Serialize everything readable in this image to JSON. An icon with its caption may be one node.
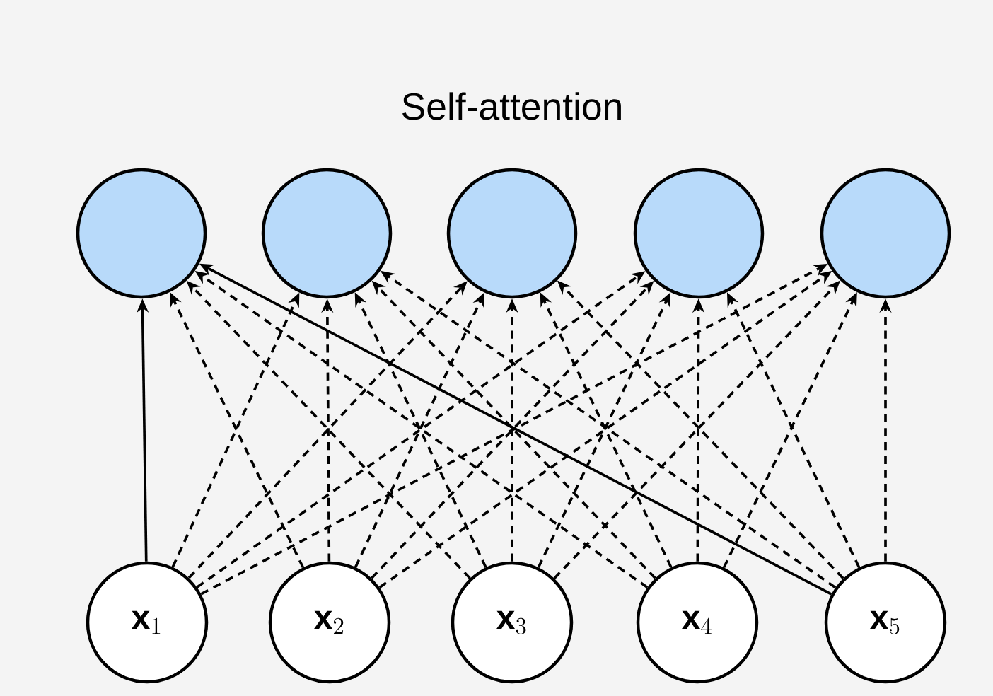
{
  "diagram": {
    "title": "Self-attention",
    "nodes": [
      {
        "text": [],
        "shape": "circle"
      },
      {
        "text": [],
        "shape": "circle"
      },
      {
        "text": [],
        "shape": "circle"
      },
      {
        "text": [],
        "shape": "circle"
      },
      {
        "text": [],
        "shape": "circle"
      },
      {
        "text": [
          "\\mathbf{x}_1"
        ]
      },
      {
        "text": [
          "\\mathbf{x}_2"
        ]
      },
      {
        "text": [
          "\\mathbf{x}_3"
        ]
      },
      {
        "text": [
          "\\mathbf{x}_4"
        ]
      },
      {
        "text": [
          "\\mathbf{x}_5"
        ]
      }
    ],
    "edges": [
      {
        "from": 5,
        "to": 0,
        "arrow": "to"
      },
      {
        "from": 5,
        "to": 1,
        "arrow": "to",
        "style": "dashed"
      },
      {
        "from": 5,
        "to": 2,
        "arrow": "to",
        "style": "dashed"
      },
      {
        "from": 5,
        "to": 3,
        "arrow": "to",
        "style": "dashed"
      },
      {
        "from": 5,
        "to": 4,
        "arrow": "to",
        "style": "dashed"
      },
      {
        "from": 6,
        "to": 0,
        "arrow": "to",
        "style": "dashed"
      },
      {
        "from": 6,
        "to": 1,
        "arrow": "to",
        "style": "dashed"
      },
      {
        "from": 6,
        "to": 2,
        "arrow": "to",
        "style": "dashed"
      },
      {
        "from": 6,
        "to": 3,
        "arrow": "to",
        "style": "dashed"
      },
      {
        "from": 6,
        "to": 4,
        "arrow": "to",
        "style": "dashed"
      },
      {
        "from": 7,
        "to": 0,
        "arrow": "to",
        "style": "dashed"
      },
      {
        "from": 7,
        "to": 1,
        "arrow": "to",
        "style": "dashed"
      },
      {
        "from": 7,
        "to": 2,
        "arrow": "to",
        "style": "dashed"
      },
      {
        "from": 7,
        "to": 3,
        "arrow": "to",
        "style": "dashed"
      },
      {
        "from": 7,
        "to": 4,
        "arrow": "to",
        "style": "dashed"
      },
      {
        "from": 8,
        "to": 0,
        "arrow": "to",
        "style": "dashed"
      },
      {
        "from": 8,
        "to": 1,
        "arrow": "to",
        "style": "dashed"
      },
      {
        "from": 8,
        "to": 2,
        "arrow": "to",
        "style": "dashed"
      },
      {
        "from": 8,
        "to": 3,
        "arrow": "to",
        "style": "dashed"
      },
      {
        "from": 8,
        "to": 4,
        "arrow": "to",
        "style": "dashed"
      },
      {
        "from": 9,
        "to": 0,
        "arrow": "to"
      },
      {
        "from": 9,
        "to": 1,
        "arrow": "to",
        "style": "dashed"
      },
      {
        "from": 9,
        "to": 2,
        "arrow": "to",
        "style": "dashed"
      },
      {
        "from": 9,
        "to": 3,
        "arrow": "to",
        "style": "dashed"
      },
      {
        "from": 9,
        "to": 4,
        "arrow": "to",
        "style": "dashed"
      }
    ]
  }
}
